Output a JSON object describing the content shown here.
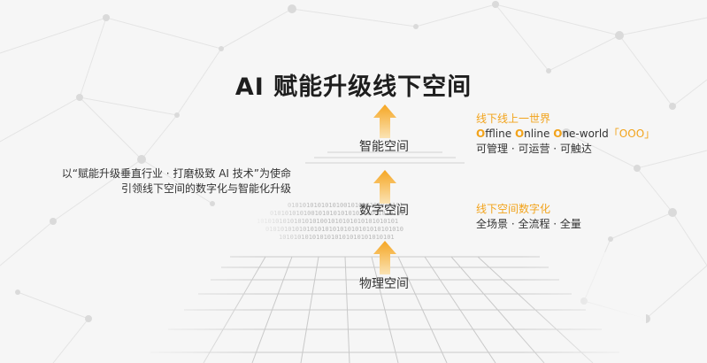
{
  "title": "AI 赋能升级线下空间",
  "tiers": {
    "top": "智能空间",
    "middle": "数字空间",
    "bottom": "物理空间"
  },
  "left_text": {
    "line1": "以“赋能升级垂直行业 · 打磨极致 AI 技术”为使命",
    "line2": "引领线下空间的数字化与智能化升级"
  },
  "right_top": {
    "heading": "线下线上一世界",
    "o1": "O",
    "w1": "ffline ",
    "o2": "O",
    "w2": "nline ",
    "o3": "O",
    "w3": "ne-world",
    "tag": "「OOO」",
    "desc": "可管理 · 可运营 · 可触达"
  },
  "right_mid": {
    "heading": "线下空间数字化",
    "desc": "全场景 · 全流程 · 全量"
  },
  "colors": {
    "accent": "#f2a31b",
    "text": "#333333",
    "background": "#f6f6f6"
  },
  "icons": [
    "up-arrow-icon"
  ]
}
